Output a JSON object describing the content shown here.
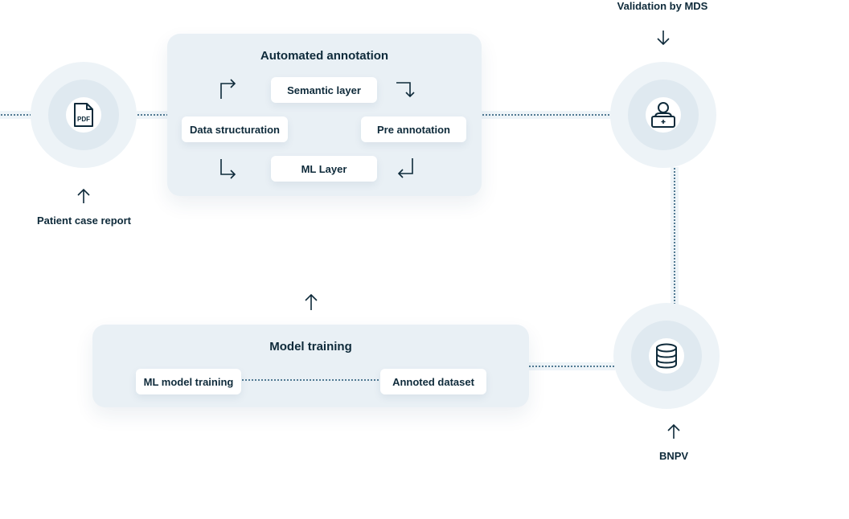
{
  "nodes": {
    "patient": {
      "icon": "pdf-file-icon",
      "icon_text": "PDF",
      "label": "Patient case report"
    },
    "validation": {
      "icon": "medical-staff-icon",
      "label": "Validation by MDS"
    },
    "database": {
      "icon": "database-icon",
      "label": "BNPV"
    }
  },
  "automated_annotation": {
    "title": "Automated annotation",
    "steps": {
      "semantic": "Semantic layer",
      "data": "Data structuration",
      "pre": "Pre annotation",
      "ml": "ML Layer"
    }
  },
  "model_training": {
    "title": "Model training",
    "steps": {
      "ml_model": "ML model training",
      "annoted": "Annoted dataset"
    }
  },
  "colors": {
    "ink": "#0e2a3a",
    "panel": "#e9f0f5",
    "node_outer": "#edf3f7",
    "node_mid": "#dfe9f0",
    "connector_dots": "#3d6a86"
  }
}
